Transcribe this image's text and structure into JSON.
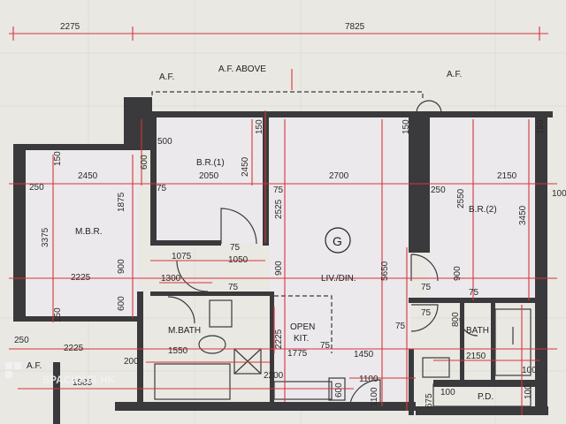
{
  "rooms": {
    "mbr": "M.B.R.",
    "br1": "B.R.(1)",
    "br2": "B.R.(2)",
    "g_mark": "G",
    "liv": "LIV./DIN.",
    "open": "OPEN",
    "kit": "KIT.",
    "mbath": "M.BATH",
    "bath": "BATH",
    "pd": "P.D.",
    "af_above": "A.F. ABOVE",
    "af_left": "A.F.",
    "af_right": "A.F.",
    "af_bottom": "A.F."
  },
  "dims": {
    "top_left": "2275",
    "top_total": "7825",
    "d500": "500",
    "d600a": "600",
    "d150a": "150",
    "d150b": "150",
    "d150c": "150",
    "d150d": "150",
    "d2450a": "2450",
    "d250a": "250",
    "d2050": "2050",
    "d75a": "75",
    "d75b": "75",
    "d2450b": "2450",
    "d2525": "2525",
    "d2700": "2700",
    "d250b": "250",
    "d2150a": "2150",
    "d100a": "100",
    "d1875": "1875",
    "d3375": "3375",
    "d2550": "2550",
    "d3450": "3450",
    "d75c": "75",
    "d1075": "1075",
    "d1050": "1050",
    "d900a": "900",
    "d900b": "900",
    "d5650": "5650",
    "d900c": "900",
    "d2225a": "2225",
    "d1300": "1300",
    "d75d": "75",
    "d75e": "75",
    "d75f": "75",
    "d600b": "600",
    "d150e": "150",
    "d75g": "75",
    "d800": "800",
    "d75h": "75",
    "d250c": "250",
    "d2225b": "2225",
    "d200": "200",
    "d1550": "1550",
    "d2225c": "2225",
    "d1775": "1775",
    "d75i": "75",
    "d1450": "1450",
    "d2150b": "2150",
    "d100b": "100",
    "d1885": "1885",
    "d2200": "2200",
    "d1100a": "1100",
    "d600c": "600",
    "d1100b": "1100",
    "d675": "675",
    "d100c": "100",
    "d100d": "100"
  },
  "watermark": "SPACIOUS.HK"
}
